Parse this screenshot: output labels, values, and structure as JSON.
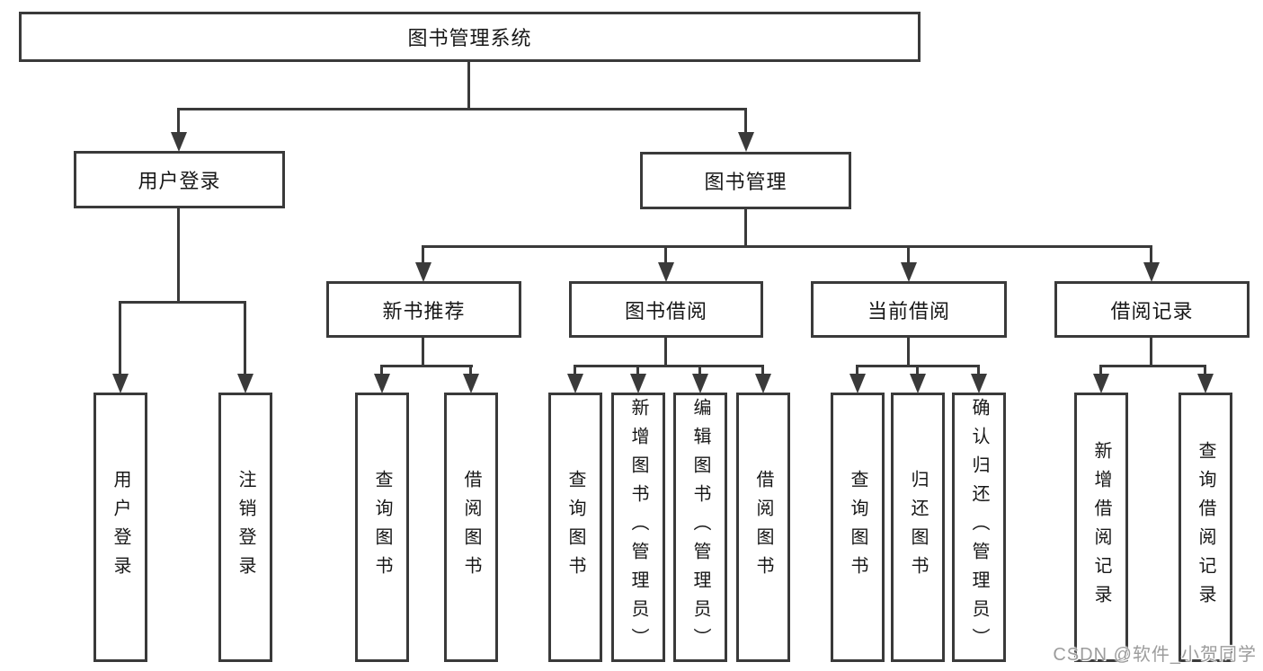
{
  "diagram_title": "图书管理系统",
  "watermark": "CSDN @软件_小贺同学",
  "colors": {
    "line": "#3a3a3a",
    "text": "#171717",
    "background": "#ffffff",
    "watermark": "#9c9c9c"
  },
  "nodes": {
    "root": {
      "label": "图书管理系统"
    },
    "user_login": {
      "label": "用户登录"
    },
    "book_management": {
      "label": "图书管理"
    },
    "new_book_recommend": {
      "label": "新书推荐"
    },
    "book_borrow": {
      "label": "图书借阅"
    },
    "current_borrow": {
      "label": "当前借阅"
    },
    "borrow_records": {
      "label": "借阅记录"
    },
    "leaf_user_login": {
      "label": "用户登录"
    },
    "leaf_logout": {
      "label": "注销登录"
    },
    "rec_query_books": {
      "label": "查询图书"
    },
    "rec_borrow_books": {
      "label": "借阅图书"
    },
    "bb_query_books": {
      "label": "查询图书"
    },
    "bb_add_books_admin": {
      "label": "新增图书（管理员）"
    },
    "bb_edit_books_admin": {
      "label": "编辑图书（管理员）"
    },
    "bb_borrow_books": {
      "label": "借阅图书"
    },
    "cb_query_books": {
      "label": "查询图书"
    },
    "cb_return_books": {
      "label": "归还图书"
    },
    "cb_confirm_return_admin": {
      "label": "确认归还（管理员）"
    },
    "br_add_record": {
      "label": "新增借阅记录"
    },
    "br_query_record": {
      "label": "查询借阅记录"
    }
  },
  "edges": [
    {
      "from": "root",
      "to": [
        "user_login",
        "book_management"
      ]
    },
    {
      "from": "user_login",
      "to": [
        "leaf_user_login",
        "leaf_logout"
      ]
    },
    {
      "from": "book_management",
      "to": [
        "new_book_recommend",
        "book_borrow",
        "current_borrow",
        "borrow_records"
      ]
    },
    {
      "from": "new_book_recommend",
      "to": [
        "rec_query_books",
        "rec_borrow_books"
      ]
    },
    {
      "from": "book_borrow",
      "to": [
        "bb_query_books",
        "bb_add_books_admin",
        "bb_edit_books_admin",
        "bb_borrow_books"
      ]
    },
    {
      "from": "current_borrow",
      "to": [
        "cb_query_books",
        "cb_return_books",
        "cb_confirm_return_admin"
      ]
    },
    {
      "from": "borrow_records",
      "to": [
        "br_add_record",
        "br_query_record"
      ]
    }
  ]
}
